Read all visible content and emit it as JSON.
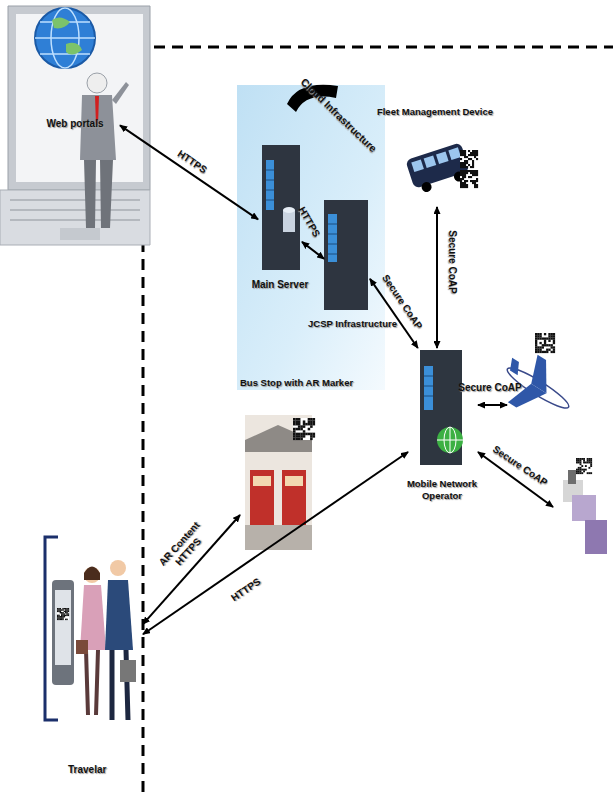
{
  "diagram": {
    "nodes": [
      {
        "text": [
          "Web portals"
        ]
      },
      {
        "text": [
          "Cloud Infrastructure"
        ]
      },
      {
        "text": [
          "Main Server"
        ],
        "in": 1
      },
      {
        "text": [
          "JCSP Infrastructure"
        ],
        "in": 1
      },
      {
        "text": [
          "Fleet Management Device"
        ]
      },
      {
        "text": [
          "Bus Stop with AR Marker"
        ]
      },
      {
        "text": [
          "Mobile Network Operator"
        ]
      },
      {
        "text": [
          "Travelar"
        ]
      }
    ],
    "edges": [
      {
        "from": 0,
        "to": 2,
        "label": "HTTPS",
        "arrow": "both"
      },
      {
        "from": 2,
        "to": 3,
        "label": "HTTPS",
        "arrow": "both"
      },
      {
        "from": 3,
        "to": 6,
        "label": "Secure CoAP",
        "arrow": "both"
      },
      {
        "from": 4,
        "to": 6,
        "label": "Secure CoAP",
        "arrow": "both"
      },
      {
        "from": 7,
        "to": 5,
        "label": "AR Content HTTPS",
        "arrow": "both"
      },
      {
        "from": 7,
        "to": 6,
        "label": "HTTPS",
        "arrow": "both"
      }
    ],
    "labels": [
      "Secure CoAP",
      "Secure CoAP"
    ]
  }
}
